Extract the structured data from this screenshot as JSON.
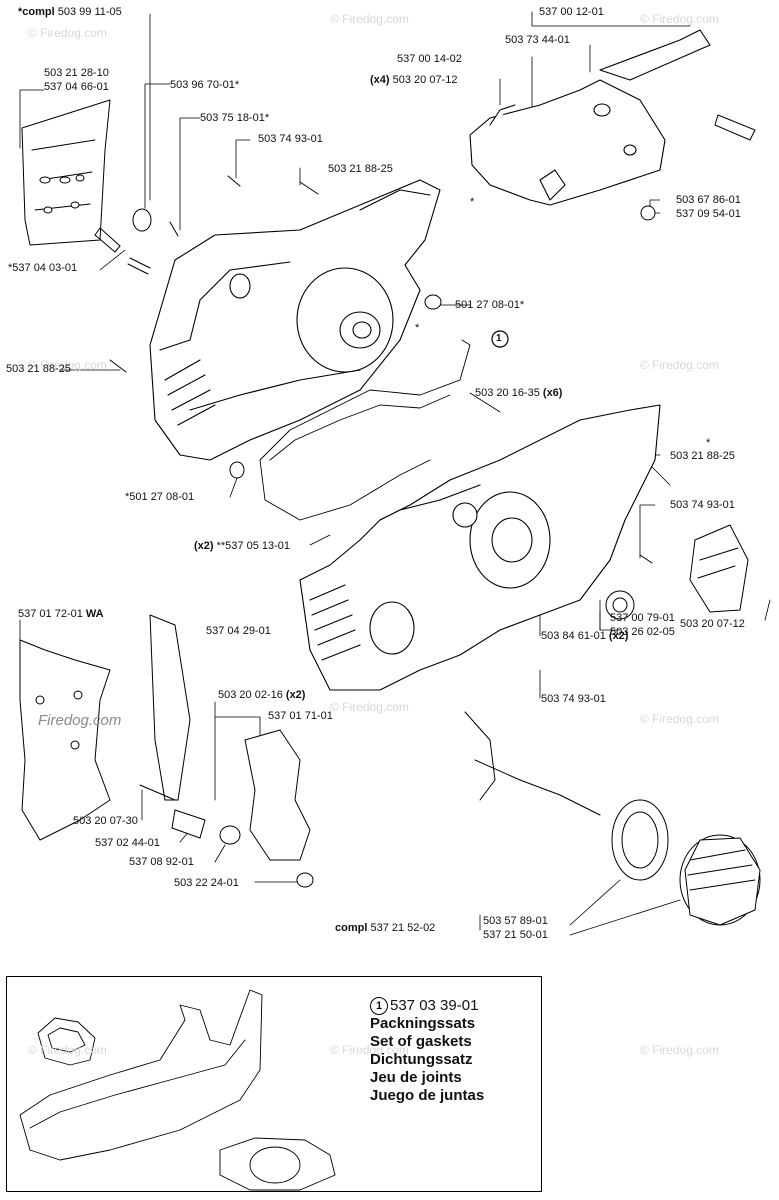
{
  "watermark": "© Firedog.com",
  "watermark_strong": "Firedog.com",
  "parts": {
    "p01": "503 99 11-05",
    "p01_prefix": "*compl",
    "p02": "537 00 12-01",
    "p03": "537 00 14-02",
    "p04": "503 73 44-01",
    "p05": "503 20 07-12",
    "p05_prefix": "(x4)",
    "p06": "503 21 28-10",
    "p07": "537 04 66-01",
    "p08": "503 96 70-01*",
    "p09": "503 75 18-01*",
    "p10": "503 74 93-01",
    "p11": "503 21 88-25",
    "p12": "503 67 86-01",
    "p13": "537 09 54-01",
    "p14": "*537 04 03-01",
    "p15": "501 27 08-01*",
    "p16": "503 21 88-25",
    "p17": "503 20 16-35",
    "p17_suffix": "(x6)",
    "p18": "503 21 88-25",
    "p19": "*501 27 08-01",
    "p20": "503 74 93-01",
    "p21": "**537 05 13-01",
    "p21_prefix": "(x2)",
    "p22": "537 01 72-01",
    "p22_suffix": "WA",
    "p23": "537 04 29-01",
    "p24": "537 00 79-01",
    "p25": "503 26 02-05",
    "p26": "503 20 07-12",
    "p27": "503 84 61-01",
    "p27_suffix": "(x2)",
    "p28": "503 74 93-01",
    "p29": "503 20 02-16",
    "p29_suffix": "(x2)",
    "p30": "537 01 71-01",
    "p31": "503 20 07-30",
    "p32": "537 02 44-01",
    "p33": "537 08 92-01",
    "p34": "503 22 24-01",
    "p35": "503 57 89-01",
    "p36": "537 21 50-01",
    "p37": "537 21 52-02",
    "p37_prefix": "compl",
    "callout": "1"
  },
  "legend": {
    "callout": "1",
    "part": "537 03 39-01",
    "names": [
      "Packningssats",
      "Set of gaskets",
      "Dichtungssatz",
      "Jeu de joints",
      "Juego de juntas"
    ]
  },
  "stars": [
    "*",
    "*",
    "*"
  ]
}
